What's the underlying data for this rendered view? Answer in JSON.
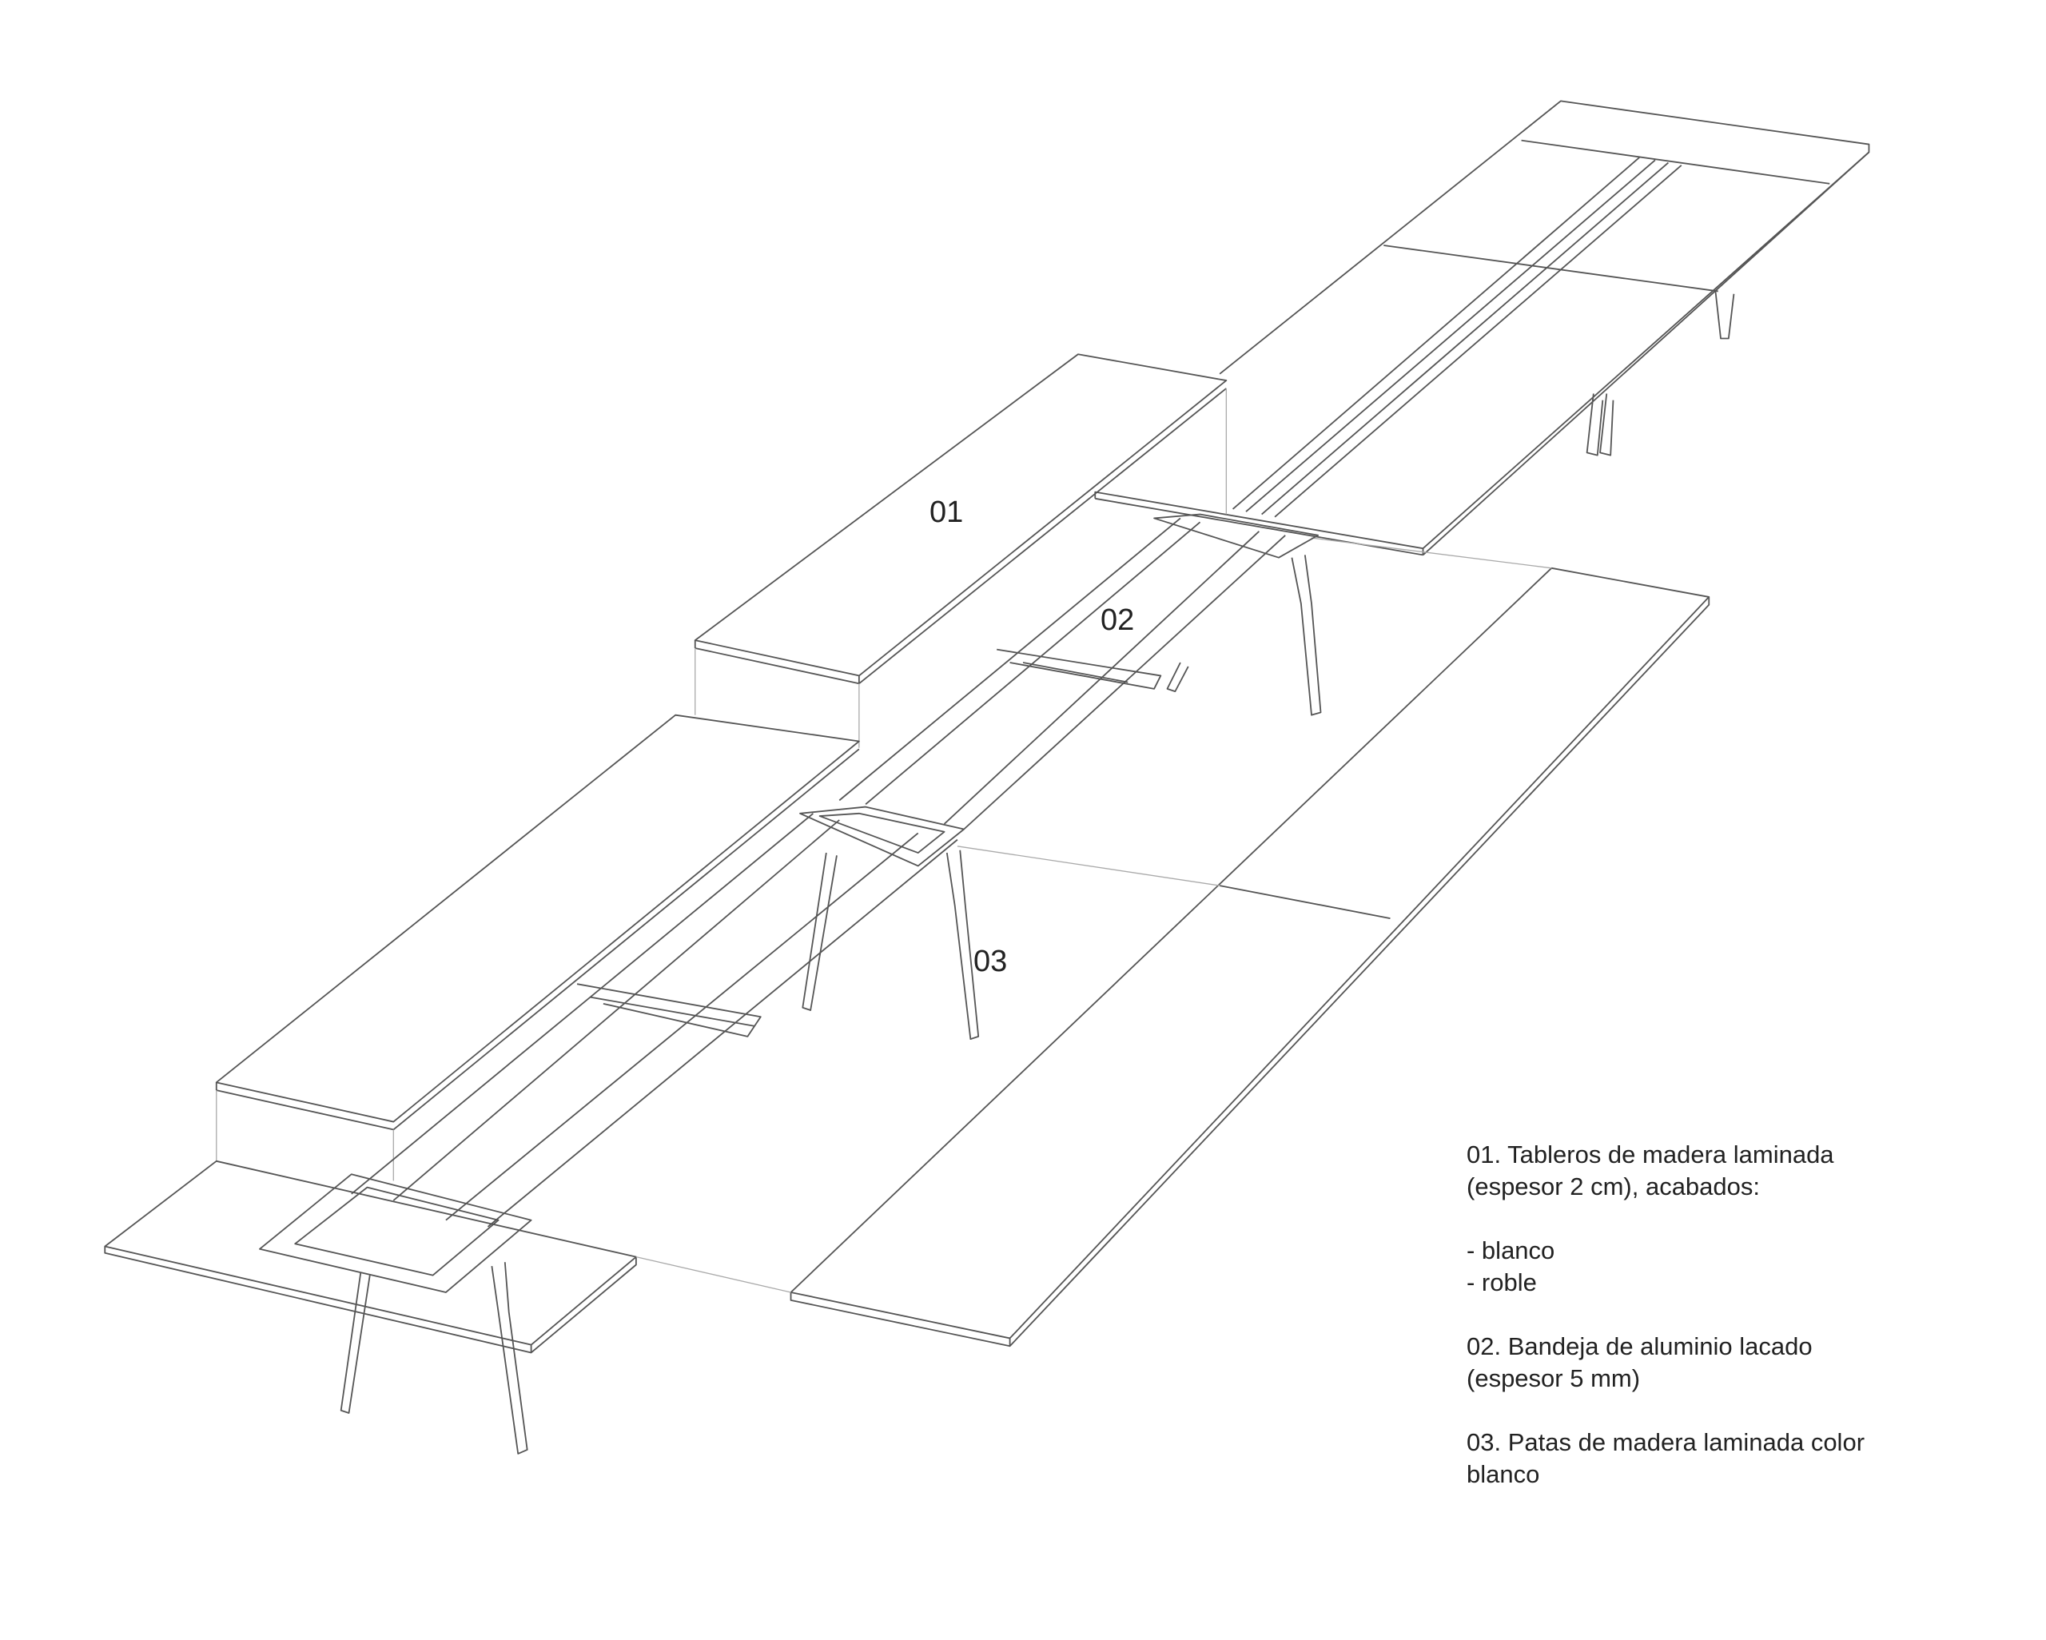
{
  "callouts": {
    "c01": "01",
    "c02": "02",
    "c03": "03"
  },
  "legend": {
    "item1_line1": "01. Tableros de madera laminada",
    "item1_line2": "(espesor 2 cm), acabados:",
    "finish1": "- blanco",
    "finish2": "- roble",
    "item2_line1": "02. Bandeja de aluminio lacado",
    "item2_line2": "(espesor 5 mm)",
    "item3_line1": "03. Patas de madera laminada color",
    "item3_line2": "blanco"
  }
}
